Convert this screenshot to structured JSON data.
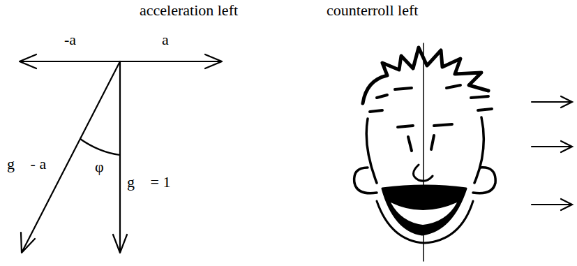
{
  "diagram": {
    "labels": [
      "acceleration left",
      "counterroll left",
      "-a⃗",
      "a⃗",
      "g⃗ - a⃗",
      "φ",
      "g⃗ = 1⃗"
    ]
  }
}
